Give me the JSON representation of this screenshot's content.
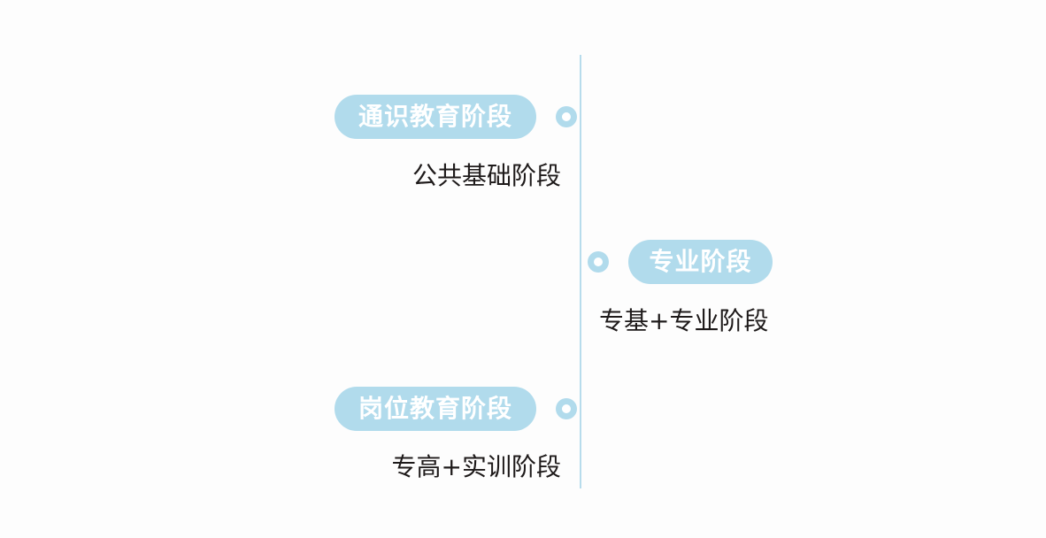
{
  "stages": [
    {
      "title": "通识教育阶段",
      "subtitle": "公共基础阶段",
      "side": "left"
    },
    {
      "title": "专业阶段",
      "subtitle": "专基+专业阶段",
      "side": "right"
    },
    {
      "title": "岗位教育阶段",
      "subtitle": "专高+实训阶段",
      "side": "left"
    }
  ],
  "colors": {
    "pill": "#b1dbec",
    "line": "#b7dcec",
    "text": "#1e1a1a",
    "background": "#fdfdfd"
  }
}
